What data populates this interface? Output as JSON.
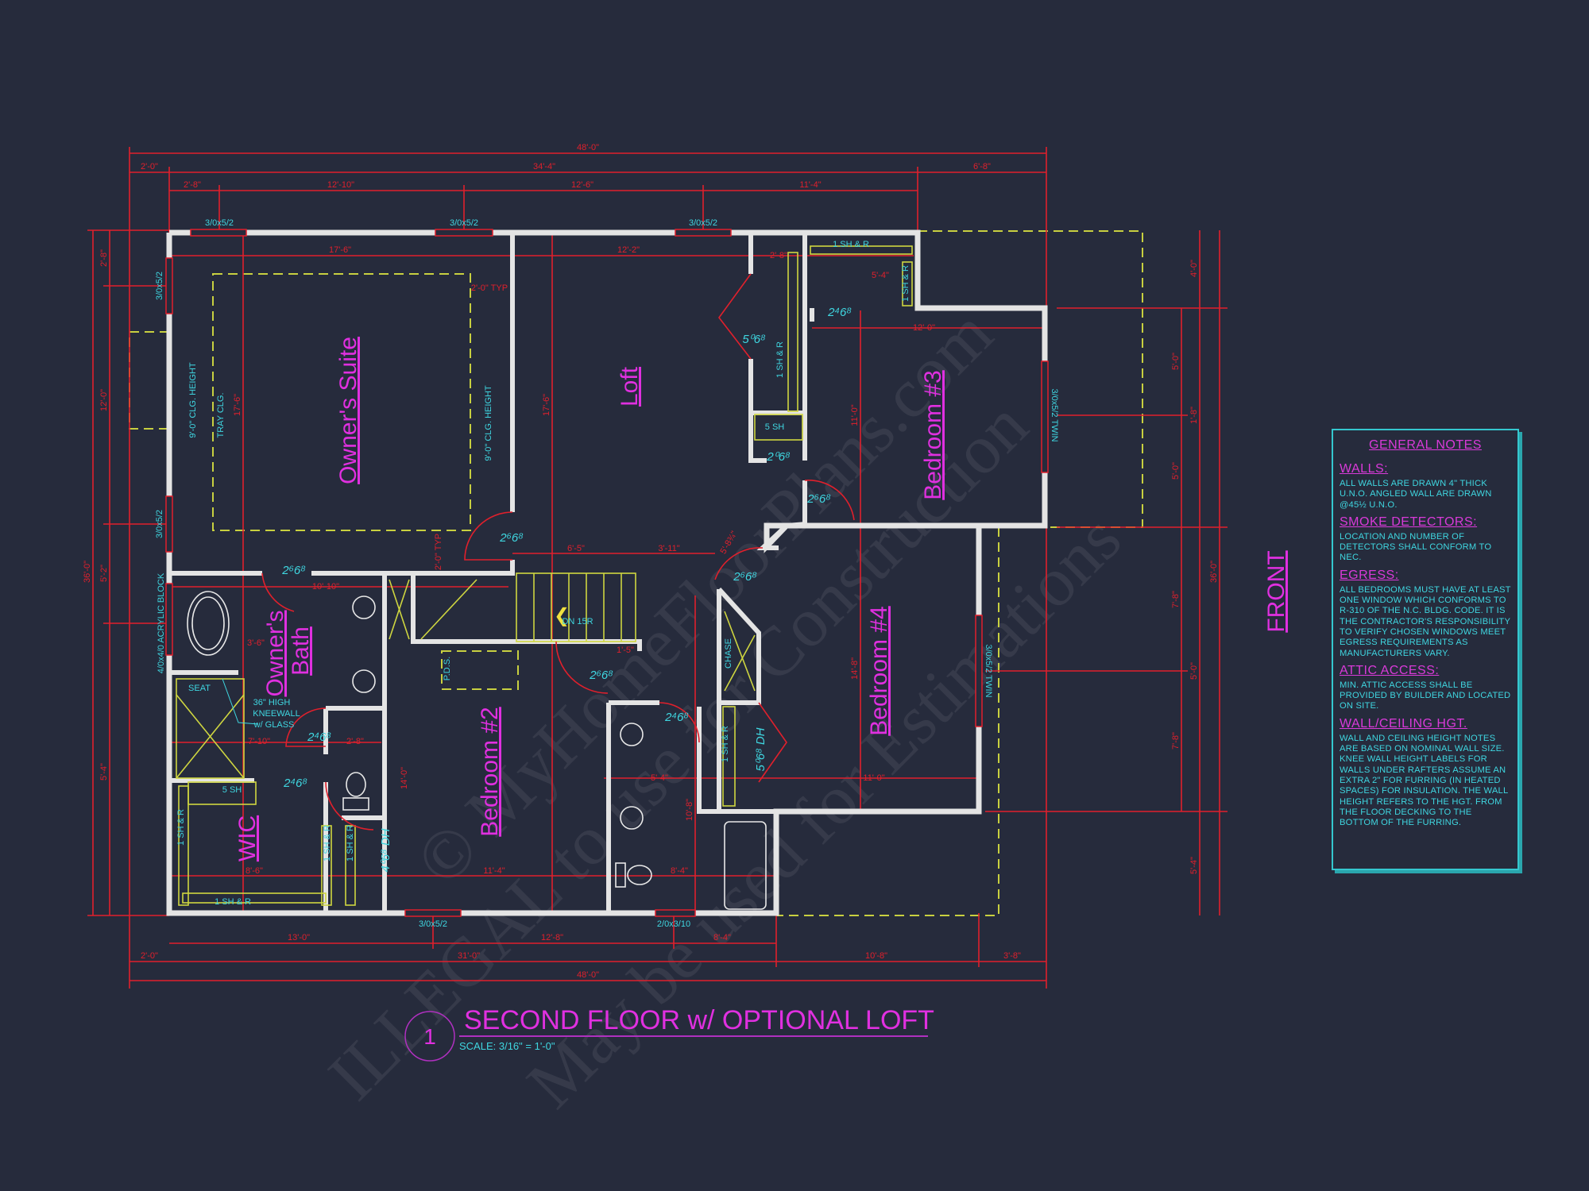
{
  "title": "SECOND FLOOR w/ OPTIONAL LOFT",
  "drawing_number": "1",
  "scale": "SCALE: 3/16\" = 1'-0\"",
  "front_label": "FRONT",
  "colors": {
    "background": "#262b3c",
    "dimension": "#e0202c",
    "annotation": "#3fd6e0",
    "room_label": "#e030e0",
    "walls": "#e4e4e4",
    "hidden_lines": "#c8d040"
  },
  "watermark": [
    "© MyHomeFloorPlans.com",
    "ILLEGAL to use for Construction",
    "May be used for Estimations"
  ],
  "rooms": {
    "owners_suite": "Owner's Suite",
    "loft": "Loft",
    "bedroom3": "Bedroom #3",
    "bedroom4": "Bedroom #4",
    "bedroom2": "Bedroom #2",
    "owners_bath_1": "Owner's",
    "owners_bath_2": "Bath",
    "wic": "WIC"
  },
  "dims": {
    "top": [
      "48'-0\"",
      "2'-0\"",
      "34'-4\"",
      "6'-8\"",
      "2'-8\"",
      "12'-10\"",
      "12'-6\"",
      "11'-4\""
    ],
    "bottom": [
      "13'-0\"",
      "12'-8\"",
      "8'-4\"",
      "2'-0\"",
      "31'-0\"",
      "10'-8\"",
      "3'-8\"",
      "48'-0\""
    ],
    "left": [
      "2'-8\"",
      "12'-0\"",
      "5'-2\"",
      "5'-4\"",
      "36'-0\""
    ],
    "right": [
      "4'-0\"",
      "5'-0\"",
      "1'-8\"",
      "5'-0\"",
      "7'-8\"",
      "5'-0\"",
      "7'-8\"",
      "5'-4\"",
      "36'-0\""
    ],
    "interior": [
      "17'-6\"",
      "12'-2\"",
      "17'-6\"",
      "17'-6\"",
      "2'-0\" TYP",
      "6'-5\"",
      "3'-11\"",
      "10'-10\"",
      "3'-6\"",
      "7'-10\"",
      "2'-8\"",
      "8'-6\"",
      "11'-4\"",
      "14'-0\"",
      "5'-4\"",
      "10'-8\"",
      "8'-4\"",
      "12'-0\"",
      "11'-0\"",
      "14'-8\"",
      "11'-0\"",
      "2'-8\"",
      "5'-4\"",
      "5'-8¾\"",
      "1'-5\"",
      "2'-0\" TYP"
    ]
  },
  "windows": [
    "3/0x5/2",
    "3/0x5/2",
    "3/0x5/2",
    "3/0x5/2",
    "3/0x5/2",
    "4/0x4/0 ACRYLIC BLOCK",
    "3/0x5/2 TWIN",
    "3/0x5/2 TWIN",
    "3/0x5/2",
    "2/0x3/10"
  ],
  "doors": [
    "2⁶6⁸",
    "5⁰6⁸",
    "2⁴6⁸",
    "2⁰6⁸",
    "2⁶6⁸",
    "2⁶6⁸",
    "2⁶6⁸",
    "2⁶6⁸",
    "2⁴6⁸",
    "2⁴6⁸",
    "2⁴6⁸",
    "5⁰6⁸ DH",
    "4⁰6⁸ DH"
  ],
  "annotations": {
    "clg_height": "9'-0\" CLG. HEIGHT",
    "tray": "TRAY CLG.",
    "closets": [
      "1 SH & R",
      "1 SH & R",
      "1 SH & R",
      "5 SH",
      "5 SH",
      "1 SH & R",
      "1 SH & R",
      "1 SH & R",
      "1 SH & R",
      "1 SH & R"
    ],
    "seat": "SEAT",
    "chase": "CHASE",
    "pds": "P.D.S.",
    "stairs": "DN 15R",
    "kneewall": [
      "36\" HIGH",
      "KNEEWALL",
      "w/ GLASS"
    ]
  },
  "notes": {
    "heading": "GENERAL NOTES",
    "sections": [
      {
        "title": "WALLS:",
        "body": "ALL WALLS ARE DRAWN 4\" THICK U.N.O. ANGLED WALL ARE DRAWN @45½ U.N.O."
      },
      {
        "title": "SMOKE DETECTORS:",
        "body": "LOCATION AND NUMBER OF DETECTORS SHALL CONFORM TO NEC."
      },
      {
        "title": "EGRESS:",
        "body": "ALL BEDROOMS MUST HAVE AT LEAST ONE WINDOW WHICH CONFORMS TO R-310 OF THE N.C. BLDG. CODE. IT IS THE CONTRACTOR'S RESPONSIBILITY TO VERIFY CHOSEN WINDOWS MEET EGRESS REQUIREMENTS AS MANUFACTURERS VARY."
      },
      {
        "title": "ATTIC ACCESS:",
        "body": "MIN. ATTIC ACCESS SHALL BE PROVIDED BY BUILDER AND LOCATED ON SITE."
      },
      {
        "title": "WALL/CEILING HGT.",
        "body": "WALL AND CEILING HEIGHT NOTES ARE BASED ON NOMINAL WALL SIZE. KNEE WALL HEIGHT LABELS FOR WALLS UNDER RAFTERS ASSUME AN EXTRA 2\" FOR FURRING (IN HEATED SPACES) FOR INSULATION. THE WALL HEIGHT REFERS TO THE HGT. FROM THE FLOOR DECKING TO THE BOTTOM OF THE FURRING."
      }
    ]
  }
}
